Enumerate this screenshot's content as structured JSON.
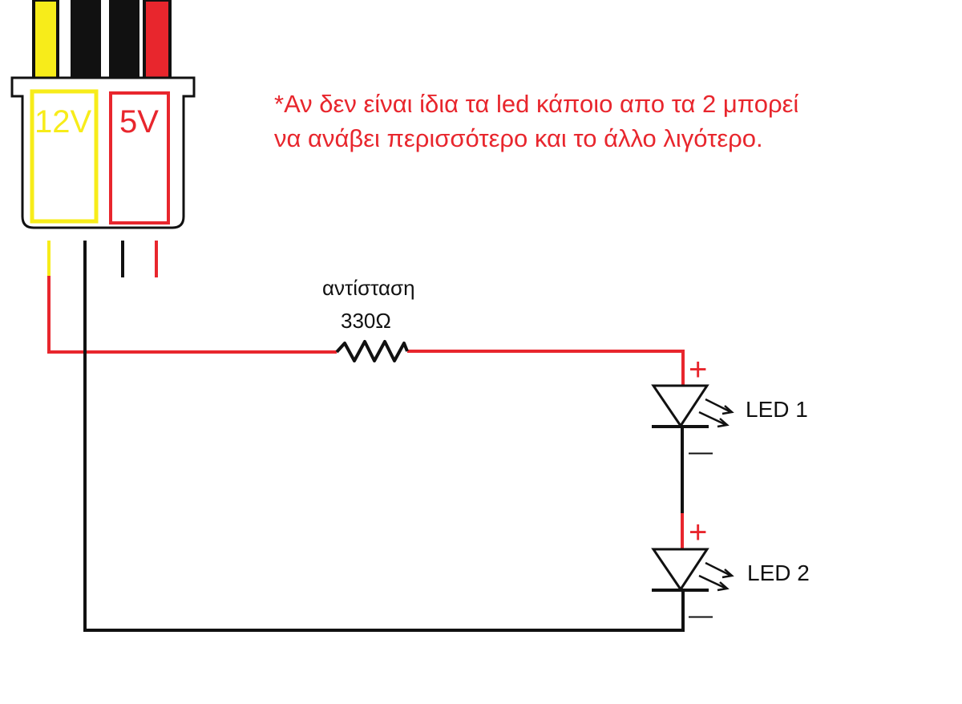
{
  "note": {
    "line1": "*Αν δεν είναι ίδια τα led κάποιο απο τα 2 μπορεί",
    "line2": "να ανάβει περισσότερο και το άλλο λιγότερο."
  },
  "connector": {
    "label_12v": "12V",
    "label_5v": "5V"
  },
  "resistor": {
    "name": "αντίσταση",
    "value": "330Ω"
  },
  "led1": {
    "label": "LED 1",
    "plus": "+",
    "minus": "—"
  },
  "led2": {
    "label": "LED 2",
    "plus": "+",
    "minus": "—"
  },
  "colors": {
    "wire_red": "#e8262d",
    "wire_black": "#111111",
    "wire_yellow": "#f7ec1a",
    "connector_border": "#111111"
  }
}
